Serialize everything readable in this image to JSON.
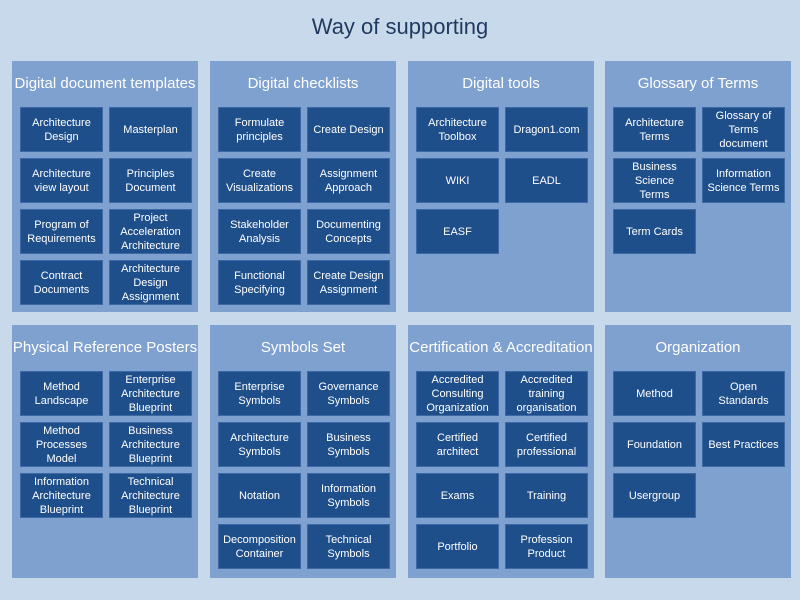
{
  "title": "Way of supporting",
  "panels": [
    {
      "title": "Digital  document templates",
      "tiles": [
        "Architecture\nDesign",
        "Masterplan",
        "Architecture\nview layout",
        "Principles\nDocument",
        "Program of\nRequirements",
        "Project\nAcceleration\nArchitecture",
        "Contract\nDocuments",
        "Architecture\nDesign\nAssignment"
      ]
    },
    {
      "title": "Digital checklists",
      "tiles": [
        "Formulate\nprinciples",
        "Create Design",
        "Create\nVisualizations",
        "Assignment\nApproach",
        "Stakeholder\nAnalysis",
        "Documenting\nConcepts",
        "Functional\nSpecifying",
        "Create Design\nAssignment"
      ]
    },
    {
      "title": "Digital  tools",
      "tiles": [
        "Architecture\nToolbox",
        "Dragon1.com",
        "WIKI",
        "EADL",
        "EASF"
      ]
    },
    {
      "title": "Glossary of Terms",
      "tiles": [
        "Architecture\nTerms",
        "Glossary of\nTerms\ndocument",
        "Business\nScience\nTerms",
        "Information\nScience Terms",
        "Term Cards"
      ]
    },
    {
      "title": "Physical Reference Posters",
      "tiles": [
        "Method\nLandscape",
        "Enterprise\nArchitecture\nBlueprint",
        "Method\nProcesses\nModel",
        "Business\nArchitecture\nBlueprint",
        "Information\nArchitecture\nBlueprint",
        "Technical\nArchitecture\nBlueprint"
      ]
    },
    {
      "title": "Symbols Set",
      "tiles": [
        "Enterprise\nSymbols",
        "Governance\nSymbols",
        "Architecture\nSymbols",
        "Business\nSymbols",
        "Notation",
        "Information\nSymbols",
        "Decomposition\nContainer",
        "Technical\nSymbols"
      ]
    },
    {
      "title": "Certification & Accreditation",
      "tiles": [
        "Accredited\nConsulting\nOrganization",
        "Accredited\ntraining\norganisation",
        "Certified\narchitect",
        "Certified\nprofessional",
        "Exams",
        "Training",
        "Portfolio",
        "Profession\nProduct"
      ]
    },
    {
      "title": "Organization",
      "tiles": [
        "Method",
        "Open\nStandards",
        "Foundation",
        "Best Practices",
        "Usergroup"
      ]
    }
  ]
}
